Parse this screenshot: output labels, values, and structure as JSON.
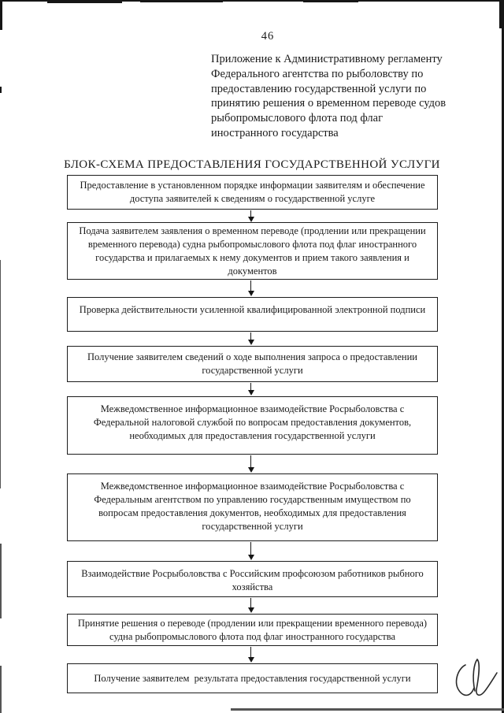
{
  "page": {
    "number": "46"
  },
  "annex": {
    "lines": [
      "Приложение к Административному регламенту",
      "Федерального агентства по рыболовству по",
      "предоставлению государственной услуги по",
      "принятию решения о временном переводе судов",
      "рыбопромыслового флота под флаг",
      "иностранного государства"
    ]
  },
  "flowchart": {
    "title": "БЛОК-СХЕМА ПРЕДОСТАВЛЕНИЯ ГОСУДАРСТВЕННОЙ УСЛУГИ",
    "boxes": [
      "Предоставление в установленном порядке информации заявителям и обеспечение доступа заявителей к сведениям о государственной услуге",
      "Подача заявителем заявления о временном переводе (продлении или прекращении временного перевода) судна рыбопромыслового флота под флаг иностранного государства и прилагаемых к нему документов и прием такого заявления и документов",
      "Проверка действительности усиленной квалифицированной электронной подписи",
      "Получение заявителем сведений о ходе выполнения запроса о предоставлении государственной услуги",
      "Межведомственное информационное взаимодействие Росрыболовства с Федеральной налоговой службой по вопросам предоставления документов, необходимых для предоставления государственной услуги",
      "Межведомственное информационное взаимодействие Росрыболовства с Федеральным агентством по управлению государственным имуществом по вопросам предоставления документов, необходимых для предоставления государственной услуги",
      "Взаимодействие Росрыболовства с Российским профсоюзом работников рыбного хозяйства",
      "Принятие решения о переводе (продлении или прекращении временного перевода) судна рыбопромыслового флота под флаг иностранного государства",
      "Получение заявителем  результата предоставления государственной услуги"
    ]
  },
  "colors": {
    "ink": "#1a1a1a",
    "paper": "#ffffff",
    "scan_edge": "#161616"
  },
  "marks": {
    "handwritten_mark": "pen-squiggle"
  }
}
